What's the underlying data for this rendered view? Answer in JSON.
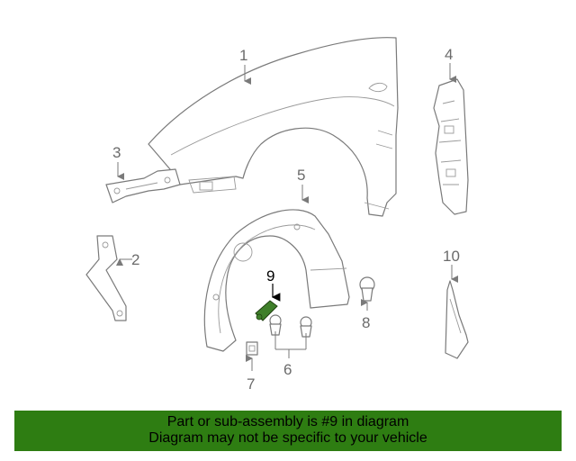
{
  "callouts": {
    "c1": "1",
    "c2": "2",
    "c3": "3",
    "c4": "4",
    "c5": "5",
    "c6": "6",
    "c7": "7",
    "c8": "8",
    "c9": "9",
    "c10": "10"
  },
  "highlight_color": "#3f7f2a",
  "banner": {
    "line1": "Part or sub-assembly is #9 in diagram",
    "line2": "Diagram may not be specific to your vehicle",
    "background": "#2e7d12"
  }
}
